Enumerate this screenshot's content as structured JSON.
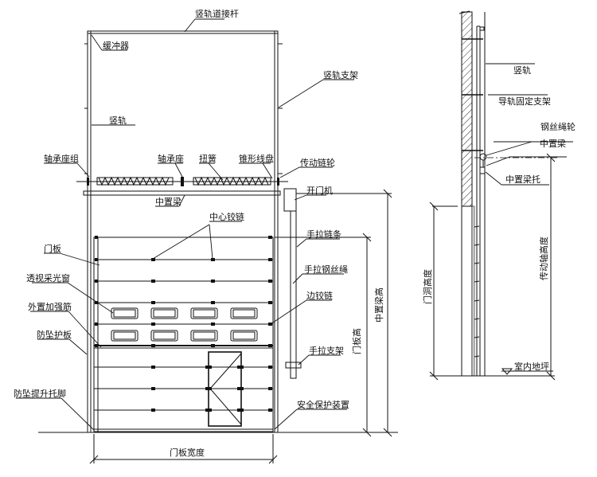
{
  "front_view": {
    "labels": {
      "top_connector": "竖轨道接杆",
      "buffer": "缓冲器",
      "rail_bracket": "竖轨支架",
      "vertical_rail": "竖轨",
      "bearing_group": "轴承座组",
      "bearing": "轴承座",
      "torsion_spring": "扭簧",
      "cone_drum": "锥形线盘",
      "drive_sprocket": "传动链轮",
      "middle_beam": "中置梁",
      "opener": "开门机",
      "center_hinge": "中心铰链",
      "hand_chain": "手拉链条",
      "door_panel": "门板",
      "hand_wire_rope": "手拉钢丝绳",
      "window": "透视采光窗",
      "side_hinge": "边铰链",
      "stiffener": "外置加强筋",
      "fall_guard": "防坠护板",
      "hand_bracket": "手拉支架",
      "fall_lift_foot": "防坠提升托脚",
      "safety_device": "安全保护装置"
    },
    "dimensions": {
      "panel_width": "门板宽度",
      "panel_height": "门板高",
      "beam_height": "中置梁高"
    }
  },
  "side_view": {
    "labels": {
      "vertical_rail": "竖轨",
      "rail_fixing_bracket": "导轨固定支架",
      "wire_sheave": "钢丝绳轮",
      "middle_beam": "中置梁",
      "beam_support": "中置梁托",
      "indoor_floor": "室内地坪"
    },
    "dimensions": {
      "opening_height": "门洞高度",
      "shaft_height": "传动轴高度"
    }
  }
}
